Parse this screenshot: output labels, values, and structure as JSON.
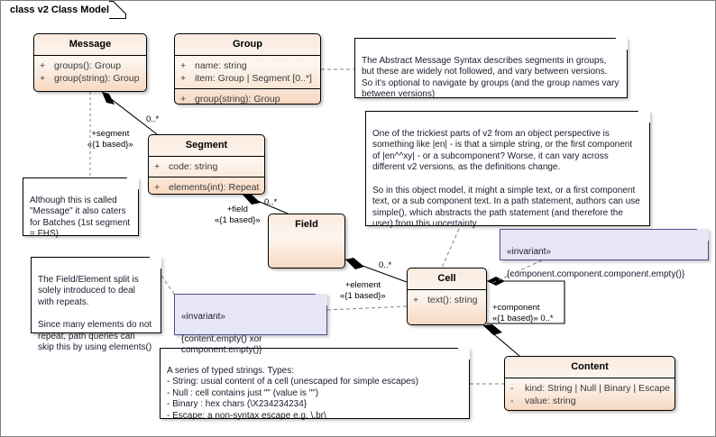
{
  "diagram": {
    "frame_title": "class v2 Class Model",
    "background": "#ffffff",
    "class_fill": "#fbeade",
    "note_fill": "#ffffff",
    "invariant_fill": "#e6e6f5",
    "invariant_border": "#4d4d8f",
    "line_color": "#000000"
  },
  "classes": [
    {
      "id": "message",
      "name": "Message",
      "compartments": [
        [
          {
            "visibility": "+",
            "text": "groups(): Group"
          },
          {
            "visibility": "+",
            "text": "group(string): Group"
          }
        ]
      ]
    },
    {
      "id": "group",
      "name": "Group",
      "compartments": [
        [
          {
            "visibility": "+",
            "text": "name: string"
          },
          {
            "visibility": "+",
            "text": "item: Group | Segment [0..*]"
          }
        ],
        [
          {
            "visibility": "+",
            "text": "group(string): Group"
          }
        ]
      ]
    },
    {
      "id": "segment",
      "name": "Segment",
      "compartments": [
        [
          {
            "visibility": "+",
            "text": "code: string"
          }
        ],
        [
          {
            "visibility": "+",
            "text": "elements(int): Repeat"
          }
        ]
      ]
    },
    {
      "id": "field",
      "name": "Field",
      "compartments": []
    },
    {
      "id": "cell",
      "name": "Cell",
      "compartments": [
        [
          {
            "visibility": "+",
            "text": "text(): string"
          }
        ]
      ]
    },
    {
      "id": "content",
      "name": "Content",
      "compartments": [
        [
          {
            "visibility": "-",
            "text": "kind: String | Null | Binary | Escape"
          },
          {
            "visibility": "-",
            "text": "value: string"
          }
        ]
      ]
    }
  ],
  "notes": [
    {
      "id": "note-group-syntax",
      "text": "The Abstract Message Syntax describes segments in groups, but these are widely not followed, and vary between versions. So it's optional to navigate by groups (and the group names vary between versions)"
    },
    {
      "id": "note-trickiest",
      "text": "One of the trickiest parts of v2 from an object perspective is something like |en| - is that a simple string, or the first component of |en^^xy| - or a subcomponent? Worse, it can vary across different v2 versions, as the definitions change.\n\nSo in this object model, it might a simple text, or a first component text, or a sub component text. In a path statement, authors can use simple(), which abstracts the path statement (and therefore the user) from this uncertainty"
    },
    {
      "id": "note-message-batches",
      "text": "Although this is called \"Message\" it also caters for Batches (1st segment = FHS)"
    },
    {
      "id": "note-field-element-split",
      "text": "The Field/Element split is solely introduced to deal with repeats.\n\nSince many elements do not repeat, path queries can skip this by using elements()"
    },
    {
      "id": "note-typed-strings",
      "text": "A  series of typed strings. Types:\n- String: usual content of a cell (unescaped for simple escapes)\n- Null : cell contains just \"\" (value is \"\")\n- Binary : hex chars (\\X234234234}\n- Escape: a non-syntax escape e.g. \\.br\\"
    }
  ],
  "invariants": [
    {
      "id": "invariant-content-xor",
      "stereotype": "«invariant»",
      "constraint": "{content.empty() xor component.empty()}"
    },
    {
      "id": "invariant-component-depth",
      "stereotype": "«invariant»",
      "constraint": "{component.component.component.empty()}"
    }
  ],
  "associations": [
    {
      "id": "message-segment",
      "source": "Message",
      "target": "Segment",
      "role": "+segment",
      "stereotype": "«{1 based}»",
      "multiplicity": "0..*",
      "kind": "composition"
    },
    {
      "id": "segment-field",
      "source": "Segment",
      "target": "Field",
      "role": "+field",
      "stereotype": "«{1 based}»",
      "multiplicity": "0..*",
      "kind": "composition"
    },
    {
      "id": "field-cell",
      "source": "Field",
      "target": "Cell",
      "role": "+element",
      "stereotype": "«{1 based}»",
      "multiplicity": "0..*",
      "kind": "composition"
    },
    {
      "id": "cell-cell",
      "source": "Cell",
      "target": "Cell",
      "role": "+component",
      "stereotype": "«{1 based}»",
      "multiplicity": "0..*",
      "kind": "composition"
    },
    {
      "id": "cell-content",
      "source": "Cell",
      "target": "Content",
      "role": "",
      "stereotype": "",
      "multiplicity": "",
      "kind": "composition"
    }
  ]
}
